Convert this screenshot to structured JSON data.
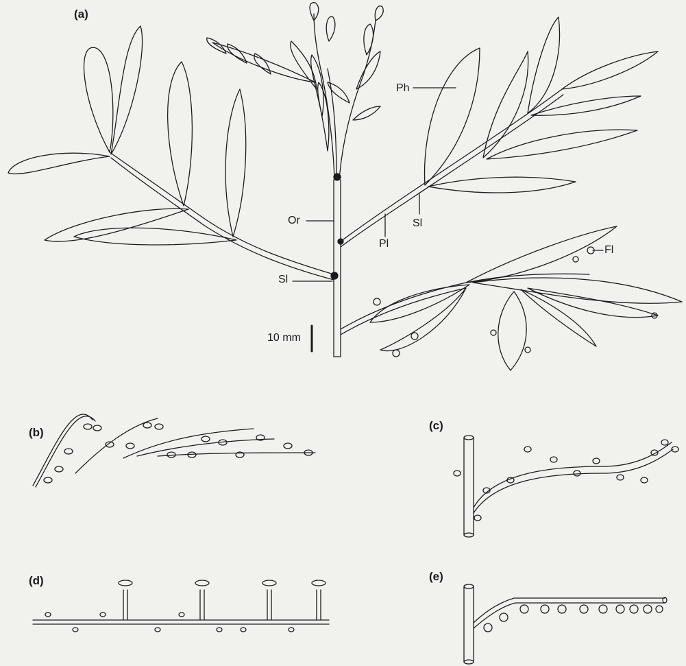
{
  "panels": {
    "a": "(a)",
    "b": "(b)",
    "c": "(c)",
    "d": "(d)",
    "e": "(e)"
  },
  "labels": {
    "ph": "Ph",
    "or": "Or",
    "pl": "Pl",
    "sl_right": "Sl",
    "sl_left": "Sl",
    "fl": "Fl",
    "scale": "10 mm"
  },
  "colors": {
    "background": "#f1f2ee",
    "ink": "#1b1b1b"
  }
}
